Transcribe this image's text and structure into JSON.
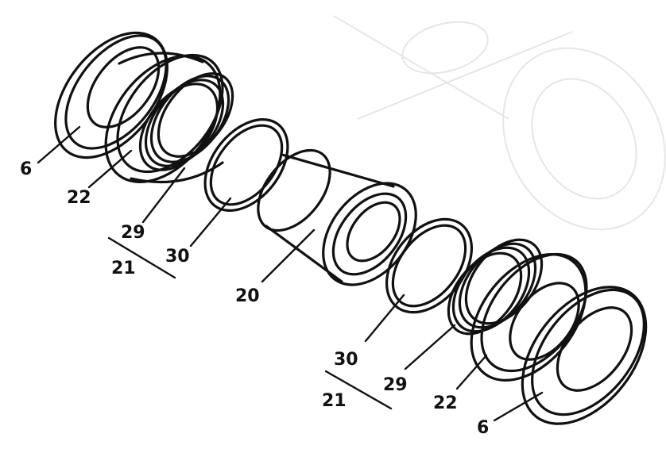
{
  "labels": {
    "left_washer": "6",
    "left_seal": "22",
    "left_spring": "29",
    "left_oring": "30",
    "left_assembly": "21",
    "bushing": "20",
    "right_oring": "30",
    "right_spring": "29",
    "right_assembly": "21",
    "right_seal": "22",
    "right_washer": "6"
  }
}
